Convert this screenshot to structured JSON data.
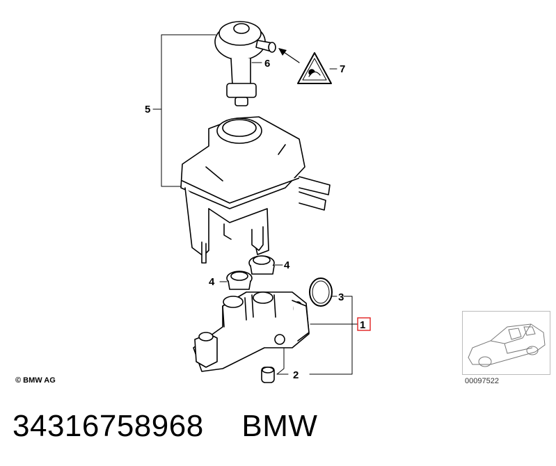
{
  "callouts": {
    "c1": "1",
    "c2": "2",
    "c3": "3",
    "c4a": "4",
    "c4b": "4",
    "c5": "5",
    "c6": "6",
    "c7": "7"
  },
  "copyright": "© BMW AG",
  "diagram_id": "00097522",
  "footer": {
    "part_number": "34316758968",
    "brand": "BMW"
  },
  "highlight_color": "#e02020"
}
